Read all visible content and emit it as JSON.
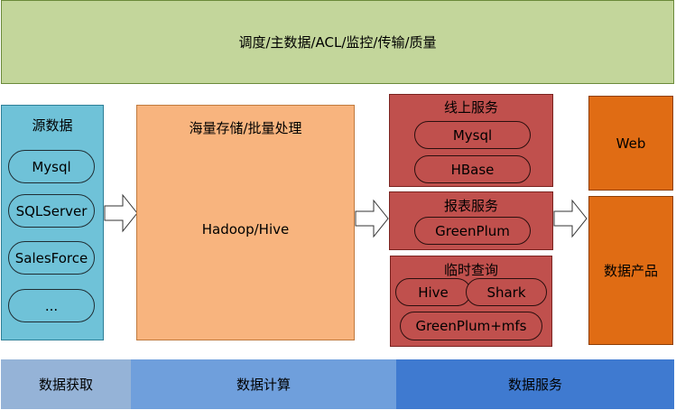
{
  "top_bar": {
    "label": "调度/主数据/ACL/监控/传输/质量"
  },
  "source": {
    "title": "源数据",
    "items": [
      "Mysql",
      "SQLServer",
      "SalesForce",
      "..."
    ]
  },
  "compute": {
    "title": "海量存储/批量处理",
    "engine": "Hadoop/Hive"
  },
  "online": {
    "title": "线上服务",
    "items": [
      "Mysql",
      "HBase"
    ]
  },
  "report": {
    "title": "报表服务",
    "items": [
      "GreenPlum"
    ]
  },
  "adhoc": {
    "title": "临时查询",
    "items": [
      "Hive",
      "Shark",
      "GreenPlum+mfs"
    ]
  },
  "products": {
    "web": "Web",
    "data": "数据产品"
  },
  "bottom": {
    "acquire": "数据获取",
    "compute": "数据计算",
    "service": "数据服务"
  },
  "colors": {
    "top": "#c3d69b",
    "source": "#6fc2d8",
    "compute": "#f8b47e",
    "service_red": "#c0504d",
    "product_orange": "#e06c14",
    "bottom_acquire": "#95b3d7",
    "bottom_compute": "#6f9fdc",
    "bottom_service": "#3f7ad0"
  }
}
